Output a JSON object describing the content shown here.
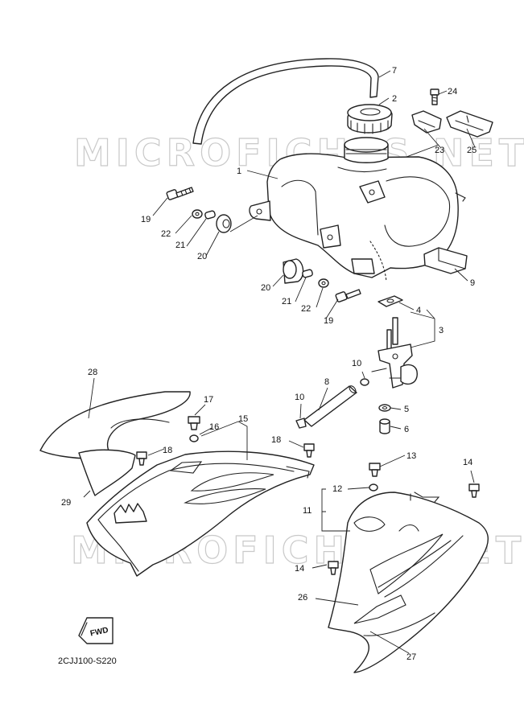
{
  "watermark": "MICROFICHES.NET",
  "diagram_code": "2CJJ100-S220",
  "fwd_label": "FWD",
  "callouts": {
    "c1": "1",
    "c2": "2",
    "c3": "3",
    "c4": "4",
    "c5": "5",
    "c6": "6",
    "c7": "7",
    "c8": "8",
    "c9": "9",
    "c10a": "10",
    "c10b": "10",
    "c11": "11",
    "c12": "12",
    "c13": "13",
    "c14a": "14",
    "c14b": "14",
    "c15": "15",
    "c16": "16",
    "c17": "17",
    "c18a": "18",
    "c18b": "18",
    "c19a": "19",
    "c19b": "19",
    "c20a": "20",
    "c20b": "20",
    "c21a": "21",
    "c21b": "21",
    "c22a": "22",
    "c22b": "22",
    "c23": "23",
    "c24": "24",
    "c25": "25",
    "c26": "26",
    "c27": "27",
    "c28": "28",
    "c29": "29"
  }
}
